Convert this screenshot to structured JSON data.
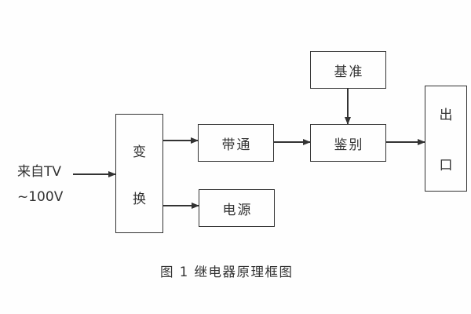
{
  "page": {
    "background_color": "#fefefe",
    "line_color": "#333333",
    "text_color": "#333333"
  },
  "diagram": {
    "input": {
      "line1": "来自TV",
      "line2": "~100V"
    },
    "blocks": {
      "transform": {
        "chars": [
          "变",
          "换"
        ]
      },
      "bandpass": {
        "label": "带通"
      },
      "power": {
        "label": "电源"
      },
      "reference": {
        "label": "基准"
      },
      "discriminator": {
        "label": "鉴别"
      },
      "outlet": {
        "chars": [
          "出",
          "口"
        ]
      }
    },
    "caption": "图 1  继电器原理框图"
  }
}
